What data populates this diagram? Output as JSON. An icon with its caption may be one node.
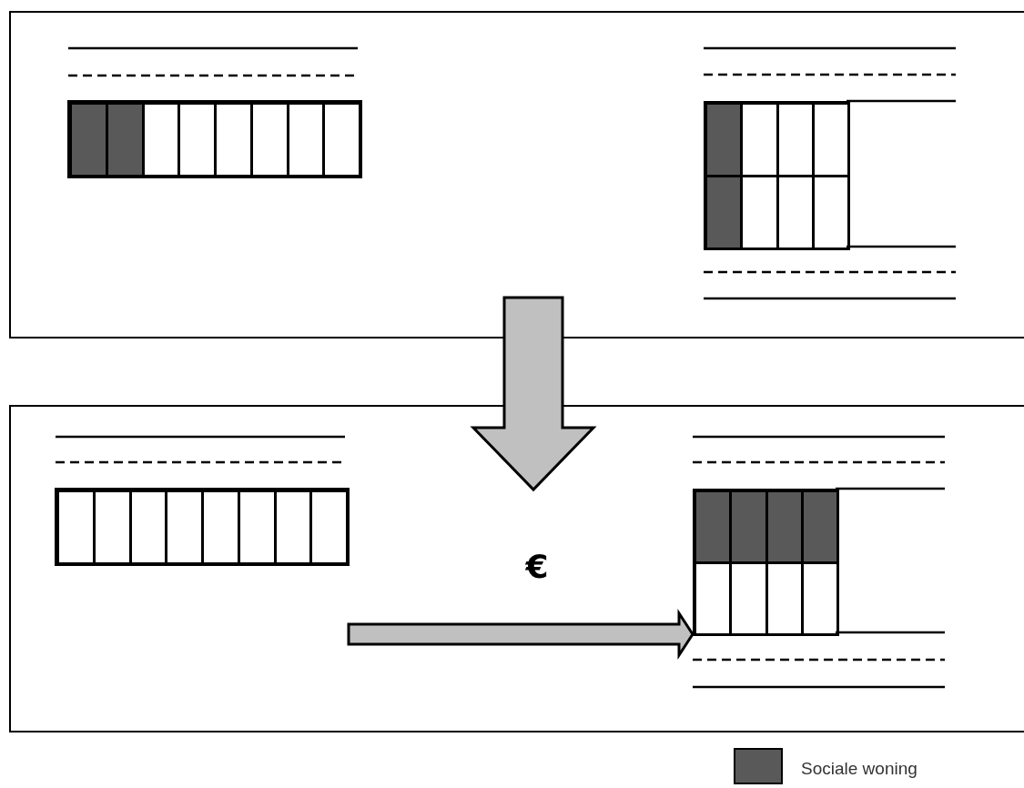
{
  "diagram": {
    "nodes": [
      {
        "text": [],
        "shape": "box"
      },
      {
        "text": [],
        "shape": "bar",
        "in": 0
      },
      {
        "text": [],
        "shape": "box",
        "in": 0
      },
      {
        "text": [],
        "shape": "box"
      },
      {
        "text": [],
        "shape": "bar",
        "in": 3
      },
      {
        "text": [],
        "shape": "box",
        "in": 3
      }
    ],
    "edges": [
      {
        "from": 0,
        "to": 3,
        "arrow": "to"
      },
      {
        "from": 4,
        "to": 5,
        "arrow": "to",
        "label": "€"
      }
    ],
    "legend": [
      {
        "text": "Sociale woning",
        "color": "#595959"
      }
    ]
  }
}
